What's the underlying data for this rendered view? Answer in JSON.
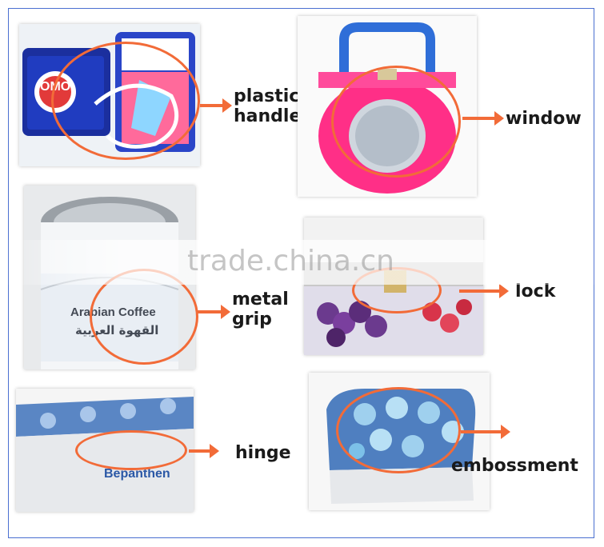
{
  "labels": {
    "plastic_handle_line1": "plastic",
    "plastic_handle_line2": "handle",
    "window": "window",
    "metal_grip_line1": "metal",
    "metal_grip_line2": "grip",
    "lock": "lock",
    "hinge": "hinge",
    "embossment": "embossment"
  },
  "photo_text": {
    "brand_top": "OMO",
    "arabian": "Arabian Coffee",
    "arabic": "القهوة العربية",
    "bepanthen": "Bepanthen"
  },
  "watermark": {
    "text": "trade.china.cn"
  },
  "colors": {
    "accent": "#f26b38",
    "frame": "#4a6fd1",
    "label": "#1a1a1a"
  }
}
